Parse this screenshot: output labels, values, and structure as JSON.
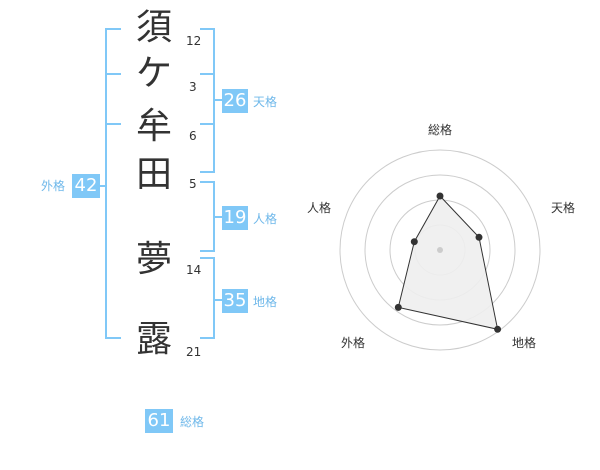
{
  "colors": {
    "bracket": "#80c8f7",
    "badge_bg": "#80c8f7",
    "badge_text": "#ffffff",
    "kaku_text": "#6fb8ea",
    "char_text": "#333333",
    "radar_grid": "#cccccc",
    "radar_fill": "#eeeeee",
    "radar_line": "#333333"
  },
  "name": {
    "characters": [
      {
        "char": "須",
        "strokes": "12"
      },
      {
        "char": "ケ",
        "strokes": "3"
      },
      {
        "char": "牟",
        "strokes": "6"
      },
      {
        "char": "田",
        "strokes": "5"
      },
      {
        "char": "夢",
        "strokes": "14"
      },
      {
        "char": "露",
        "strokes": "21"
      }
    ]
  },
  "kakusu": {
    "tenkaku": {
      "value": "26",
      "label": "天格"
    },
    "jinkaku": {
      "value": "19",
      "label": "人格"
    },
    "chikaku": {
      "value": "35",
      "label": "地格"
    },
    "gaikaku": {
      "value": "42",
      "label": "外格"
    },
    "soukaku": {
      "value": "61",
      "label": "総格"
    }
  },
  "radar": {
    "axes": [
      "総格",
      "天格",
      "地格",
      "外格",
      "人格"
    ],
    "values": [
      0.54,
      0.41,
      0.98,
      0.71,
      0.27
    ],
    "rings": 4
  }
}
